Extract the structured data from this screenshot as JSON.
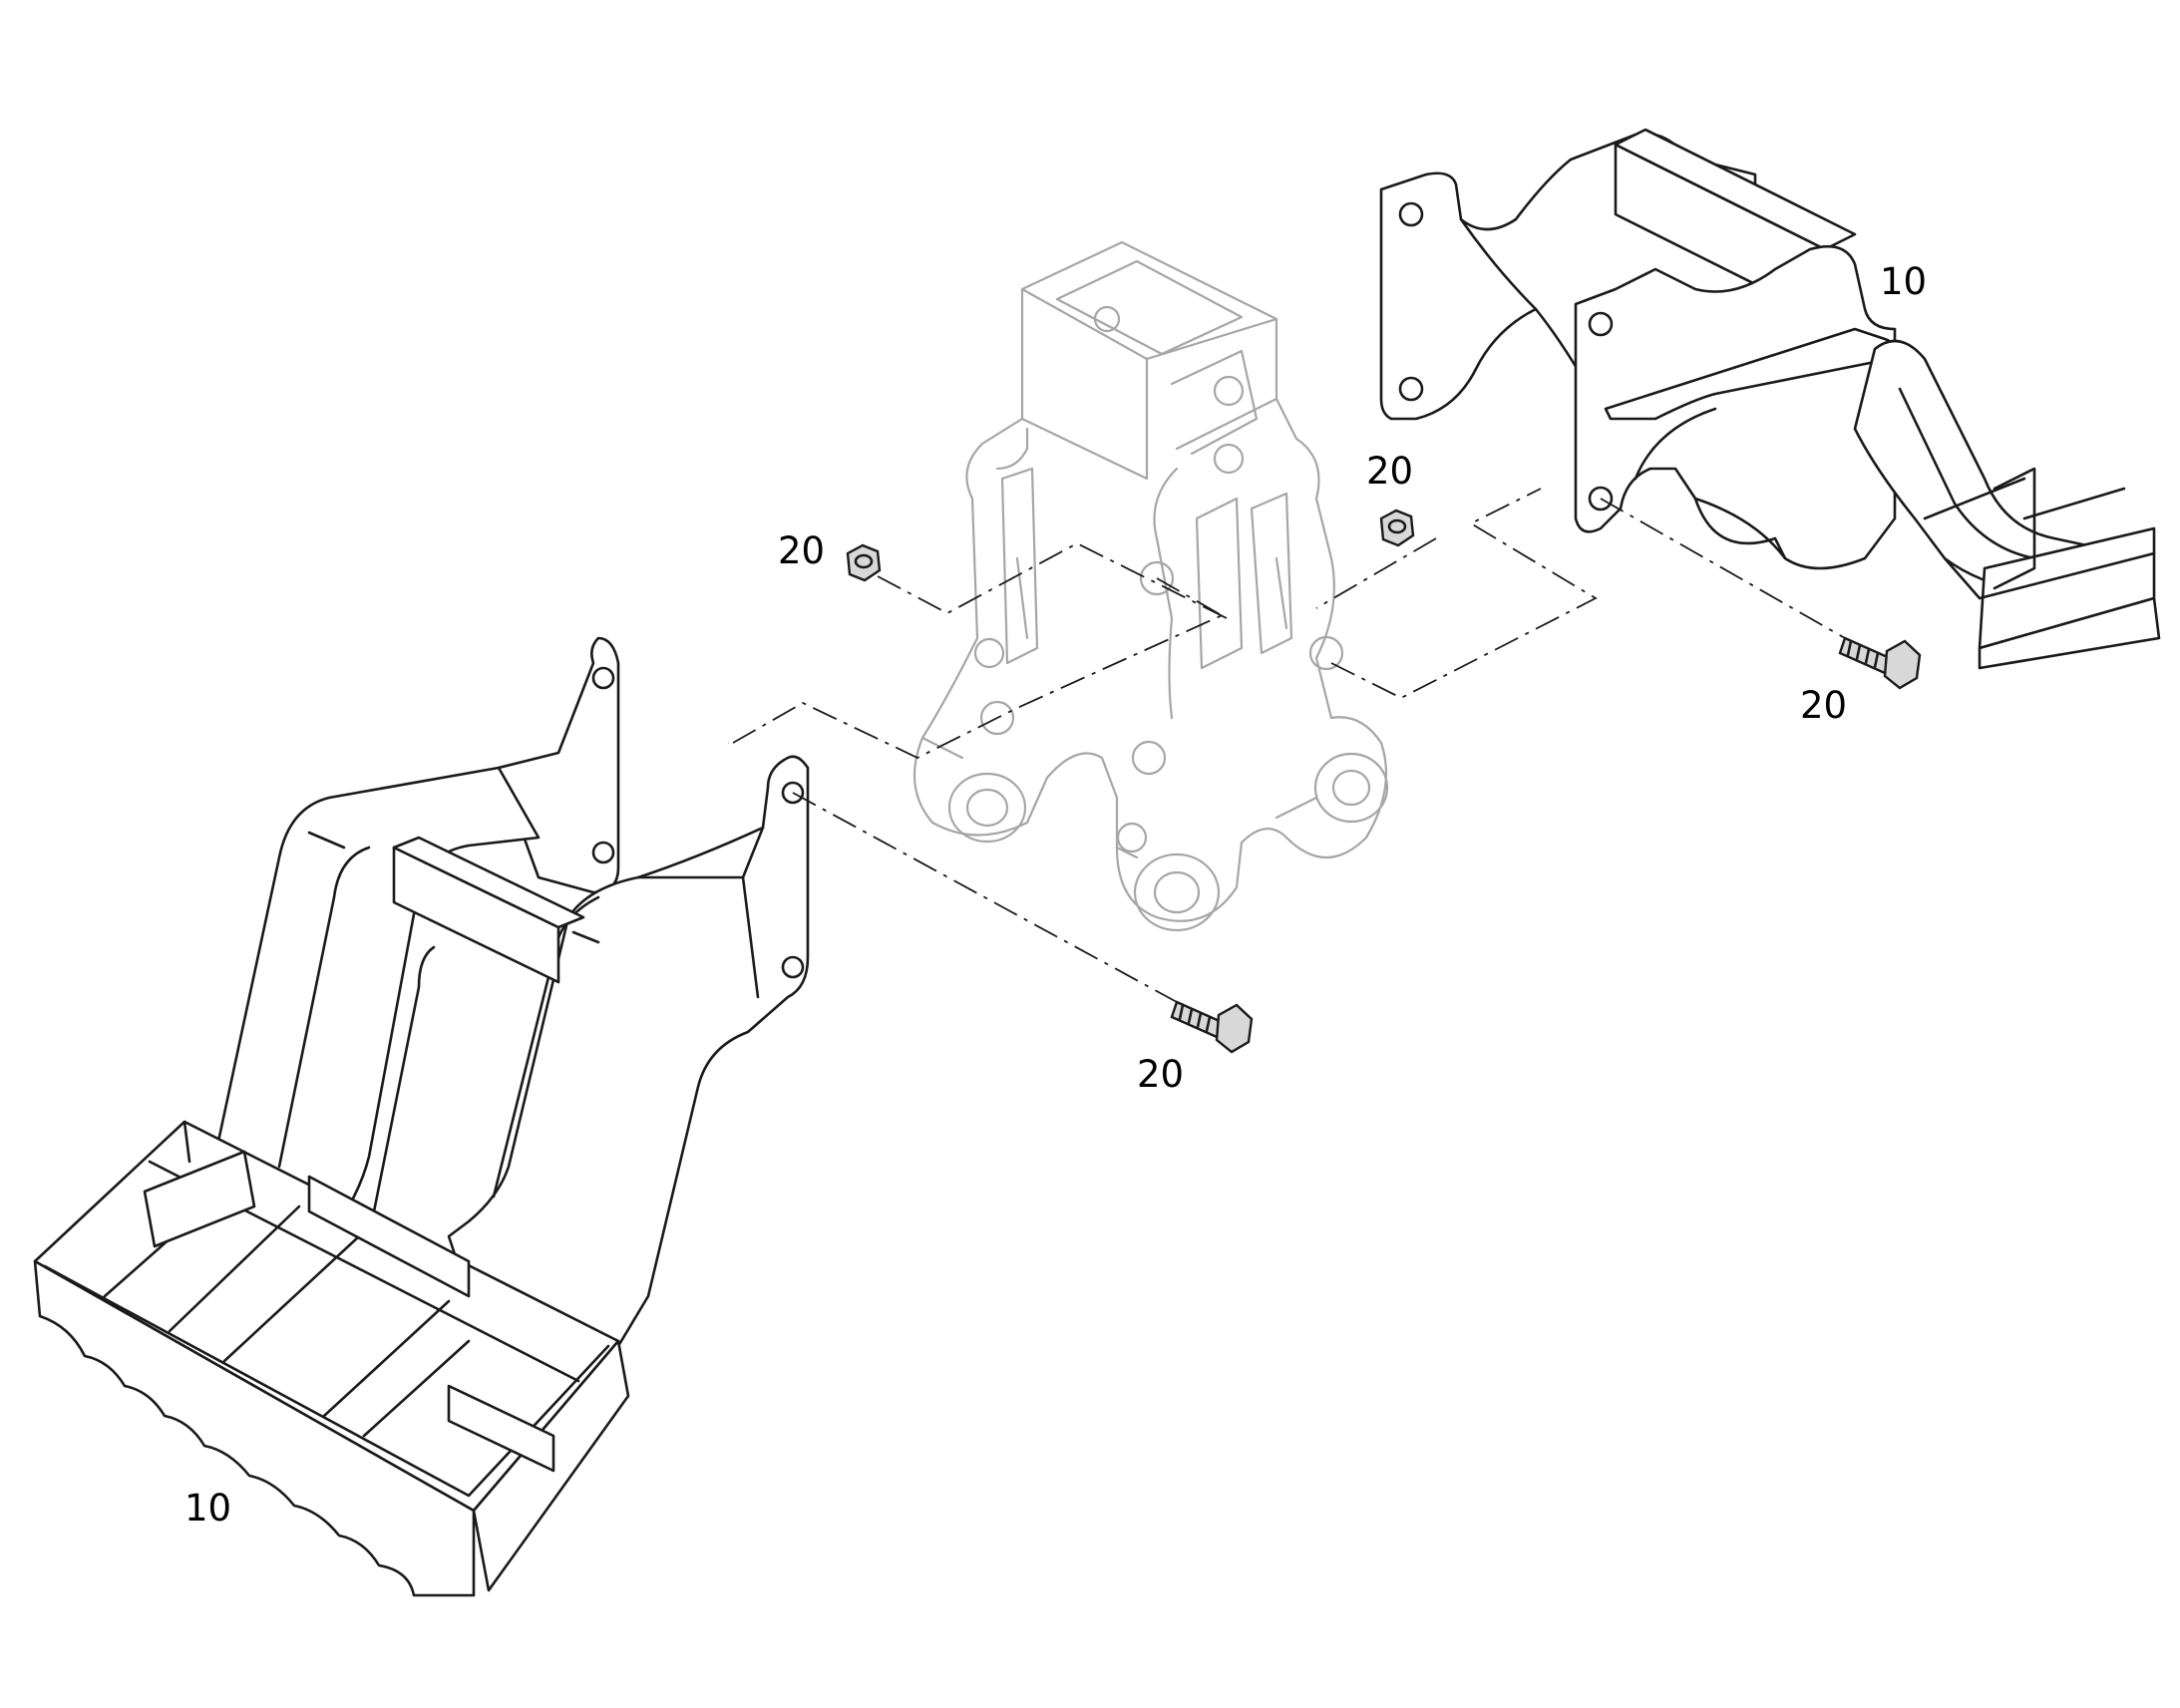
{
  "callouts": {
    "part_10_left": "10",
    "part_10_right": "10",
    "part_20_nut_left": "20",
    "part_20_nut_right": "20",
    "part_20_bolt_center": "20",
    "part_20_bolt_right": "20"
  }
}
